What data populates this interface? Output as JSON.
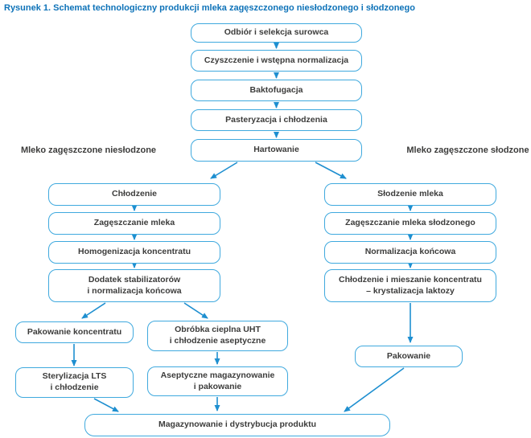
{
  "title": "Rysunek 1. Schemat technologiczny produkcji mleka zagęszczonego niesłodzonego i słodzonego",
  "branch_labels": {
    "left": "Mleko zagęszczone niesłodzone",
    "right": "Mleko zagęszczone słodzone"
  },
  "nodes": {
    "main": [
      "Odbiór i selekcja surowca",
      "Czyszczenie i wstępna normalizacja",
      "Baktofugacja",
      "Pasteryzacja i chłodzenia",
      "Hartowanie"
    ],
    "unsweetened": [
      "Chłodzenie",
      "Zagęszczanie mleka",
      "Homogenizacja koncentratu",
      "Dodatek stabilizatorów\ni normalizacja końcowa",
      "Pakowanie koncentratu",
      "Sterylizacja LTS\ni chłodzenie",
      "Obróbka cieplna UHT\ni chłodzenie aseptyczne",
      "Aseptyczne magazynowanie\ni pakowanie"
    ],
    "sweetened": [
      "Słodzenie mleka",
      "Zagęszczanie mleka słodzonego",
      "Normalizacja końcowa",
      "Chłodzenie i mieszanie koncentratu\n– krystalizacja laktozy",
      "Pakowanie"
    ],
    "final": "Magazynowanie i dystrybucja produktu"
  },
  "colors": {
    "title": "#0d72b8",
    "border": "#3fa9de",
    "arrow": "#1e8fd0",
    "text": "#3c3c3b",
    "bg": "#ffffff"
  }
}
